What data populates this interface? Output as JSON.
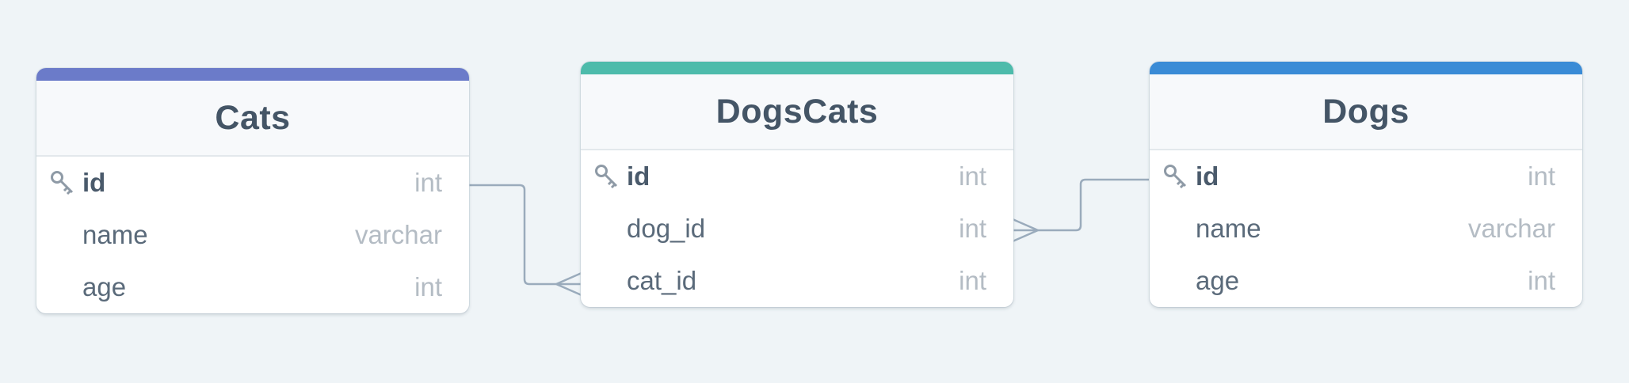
{
  "tables": [
    {
      "name": "Cats",
      "accent": "#6b7bc9",
      "fields": [
        {
          "name": "id",
          "type": "int",
          "primary_key": true,
          "icon": "key-icon"
        },
        {
          "name": "name",
          "type": "varchar",
          "primary_key": false
        },
        {
          "name": "age",
          "type": "int",
          "primary_key": false
        }
      ]
    },
    {
      "name": "DogsCats",
      "accent": "#4dbbab",
      "fields": [
        {
          "name": "id",
          "type": "int",
          "primary_key": true,
          "icon": "key-icon"
        },
        {
          "name": "dog_id",
          "type": "int",
          "primary_key": false
        },
        {
          "name": "cat_id",
          "type": "int",
          "primary_key": false
        }
      ]
    },
    {
      "name": "Dogs",
      "accent": "#3a8bd6",
      "fields": [
        {
          "name": "id",
          "type": "int",
          "primary_key": true,
          "icon": "key-icon"
        },
        {
          "name": "name",
          "type": "varchar",
          "primary_key": false
        },
        {
          "name": "age",
          "type": "int",
          "primary_key": false
        }
      ]
    }
  ],
  "relationships": [
    {
      "from": "Cats.id",
      "to": "DogsCats.cat_id",
      "cardinality": "one-to-many"
    },
    {
      "from": "Dogs.id",
      "to": "DogsCats.dog_id",
      "cardinality": "one-to-many"
    }
  ],
  "colors": {
    "background": "#eff4f7",
    "connector": "#9aabbc"
  }
}
